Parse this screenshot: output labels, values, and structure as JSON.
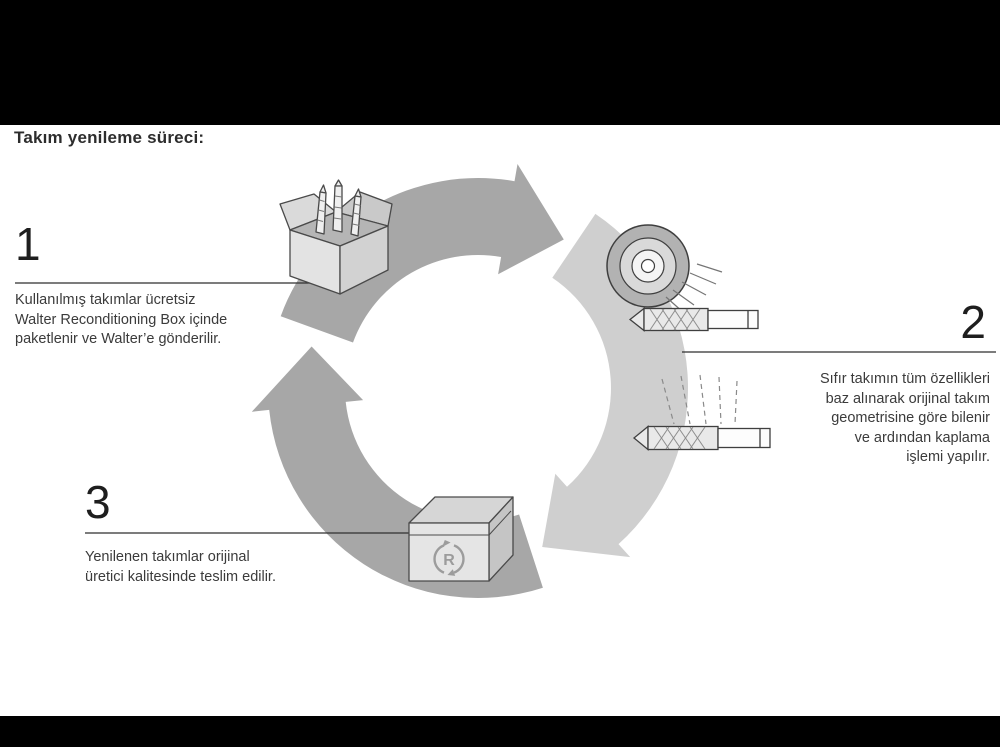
{
  "title": "Takım yenileme süreci:",
  "steps": [
    {
      "number": "1",
      "lines": [
        "Kullanılmış takımlar ücretsiz",
        "Walter Reconditioning Box içinde",
        "paketlenir ve Walter’e gönderilir."
      ]
    },
    {
      "number": "2",
      "lines": [
        "Sıfır takımın tüm özellikleri",
        "baz alınarak orijinal takım",
        "geometrisine göre bilenir",
        "ve ardından kaplama",
        "işlemi yapılır."
      ]
    },
    {
      "number": "3",
      "lines": [
        "Yenilenen takımlar orijinal",
        "üretici kalitesinde teslim edilir."
      ]
    }
  ],
  "icons": {
    "recycle_letter": "R",
    "open_box": "used-tools-box",
    "grinding_wheel": "grinding-wheel",
    "ground_tool": "reground-tool",
    "coated_tool": "coated-tool",
    "closed_box": "delivery-box"
  },
  "colors": {
    "background": "#000000",
    "page": "#ffffff",
    "arrow_dark": "#a7a7a7",
    "arrow_light": "#cfcfcf",
    "text": "#3b3b3b",
    "line": "#2f2f2f"
  }
}
